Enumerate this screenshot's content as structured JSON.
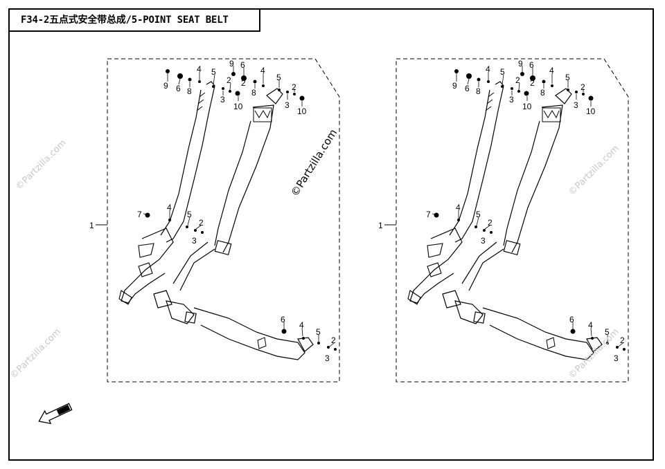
{
  "title": "F34-2五点式安全带总成/5-POINT SEAT BELT",
  "watermark": "©Partzilla.com",
  "assembly_label": "1",
  "left_panel": {
    "top_left_labels": [
      "9",
      "6",
      "8",
      "4"
    ],
    "top_mid_labels": [
      "5",
      "2",
      "3",
      "10"
    ],
    "top_right_labels": [
      "9",
      "6",
      "2",
      "8",
      "4",
      "5",
      "2",
      "3",
      "10"
    ],
    "mid_labels": [
      "7",
      "4",
      "5",
      "2",
      "3"
    ],
    "bottom_labels": [
      "6",
      "4",
      "5",
      "2",
      "3"
    ]
  },
  "right_panel": {
    "top_left_labels": [
      "9",
      "6",
      "8",
      "4"
    ],
    "top_mid_labels": [
      "5",
      "2",
      "3",
      "10"
    ],
    "top_right_labels": [
      "9",
      "6",
      "2",
      "8",
      "4",
      "5",
      "2",
      "3",
      "10"
    ],
    "mid_labels": [
      "7",
      "4",
      "5",
      "2",
      "3"
    ],
    "bottom_labels": [
      "6",
      "4",
      "5",
      "2",
      "3"
    ]
  },
  "icons": [
    "front-arrow-icon"
  ]
}
